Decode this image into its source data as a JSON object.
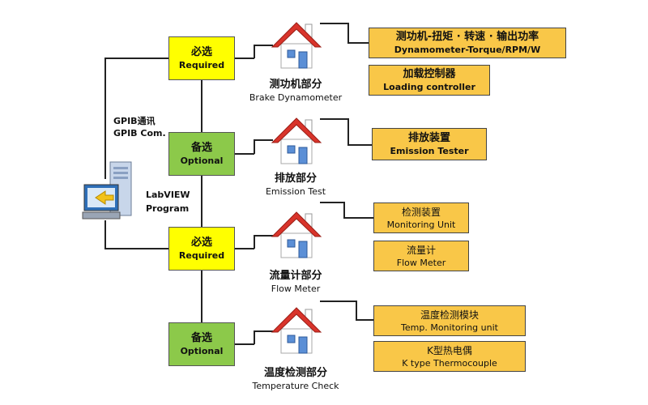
{
  "controller": {
    "gpib_cn": "GPIB通讯",
    "gpib_en": "GPIB Com.",
    "program_line1": "LabVIEW",
    "program_line2": "Program"
  },
  "modules": [
    {
      "badge_cn": "必选",
      "badge_en": "Required",
      "badge_kind": "required",
      "title_cn": "测功机部分",
      "title_en": "Brake Dynamometer",
      "items": [
        {
          "cn": "测功机-扭矩 · 转速 · 输出功率",
          "en": "Dynamometer-Torque/RPM/W"
        },
        {
          "cn": "加载控制器",
          "en": "Loading controller"
        }
      ]
    },
    {
      "badge_cn": "备选",
      "badge_en": "Optional",
      "badge_kind": "optional",
      "title_cn": "排放部分",
      "title_en": "Emission Test",
      "items": [
        {
          "cn": "排放装置",
          "en": "Emission Tester"
        }
      ]
    },
    {
      "badge_cn": "必选",
      "badge_en": "Required",
      "badge_kind": "required",
      "title_cn": "流量计部分",
      "title_en": "Flow Meter",
      "items": [
        {
          "cn": "检测装置",
          "en": "Monitoring Unit"
        },
        {
          "cn": "流量计",
          "en": "Flow Meter"
        }
      ]
    },
    {
      "badge_cn": "备选",
      "badge_en": "Optional",
      "badge_kind": "optional",
      "title_cn": "温度检测部分",
      "title_en": "Temperature Check",
      "items": [
        {
          "cn": "温度检测模块",
          "en": "Temp. Monitoring unit"
        },
        {
          "cn": "K型热电偶",
          "en": "K type Thermocouple"
        }
      ]
    }
  ],
  "colors": {
    "required": "#ffff00",
    "optional": "#8cc94a",
    "info_box": "#f9c748",
    "roof": "#d9342b",
    "house_wall": "#ffffff",
    "door": "#5b8fd6",
    "connector": "#222222"
  },
  "icons": {
    "computer": "computer-icon",
    "house": "house-icon"
  }
}
